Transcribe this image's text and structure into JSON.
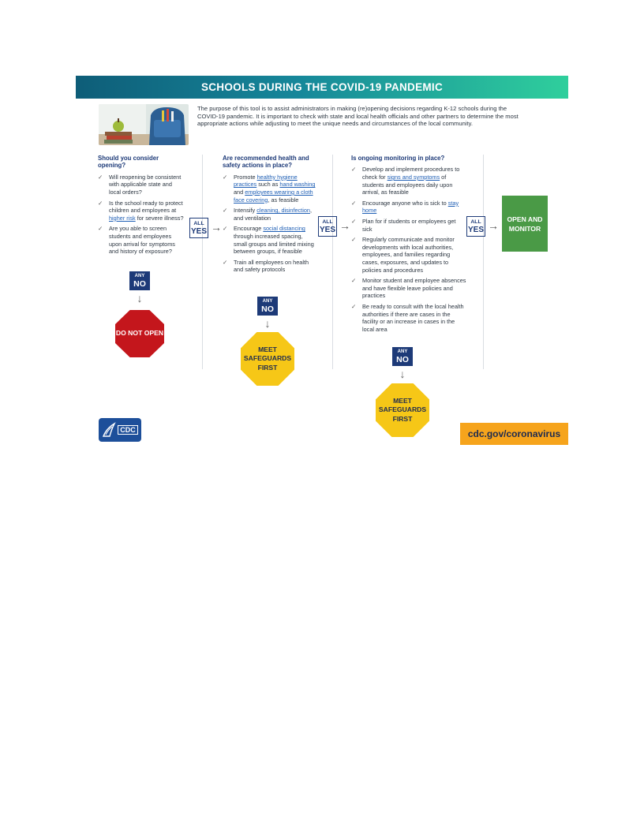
{
  "banner": {
    "title": "SCHOOLS DURING THE COVID-19 PANDEMIC"
  },
  "intro": "The purpose of this tool is to assist administrators in making (re)opening decisions regarding K-12 schools during the COVID-19 pandemic. It is important to check with state and local health officials and other partners to determine the most appropriate actions while adjusting to meet the unique needs and circumstances of the local community.",
  "column1": {
    "question": "Should you consider opening?",
    "items": [
      {
        "parts": [
          {
            "text": "Will reopening be consistent with applicable state and local orders?",
            "link": false
          }
        ]
      },
      {
        "parts": [
          {
            "text": "Is the school ready to protect children and employees at ",
            "link": false
          },
          {
            "text": "higher risk",
            "link": true
          },
          {
            "text": " for severe illness?",
            "link": false
          }
        ]
      },
      {
        "parts": [
          {
            "text": "Are you able to screen students and employees upon arrival for symptoms and history of exposure?",
            "link": false
          }
        ]
      }
    ],
    "any_label": "ANY",
    "no_label": "NO",
    "outcome": "DO NOT OPEN"
  },
  "column2": {
    "question": "Are recommended health and safety actions in place?",
    "items": [
      {
        "parts": [
          {
            "text": "Promote ",
            "link": false
          },
          {
            "text": "healthy hygiene practices",
            "link": true
          },
          {
            "text": " such as ",
            "link": false
          },
          {
            "text": "hand washing",
            "link": true
          },
          {
            "text": " and ",
            "link": false
          },
          {
            "text": "employees wearing a cloth face covering",
            "link": true
          },
          {
            "text": ", as feasible",
            "link": false
          }
        ]
      },
      {
        "parts": [
          {
            "text": "Intensify ",
            "link": false
          },
          {
            "text": "cleaning, disinfection",
            "link": true
          },
          {
            "text": ", and ventilation",
            "link": false
          }
        ]
      },
      {
        "parts": [
          {
            "text": "Encourage ",
            "link": false
          },
          {
            "text": "social distancing",
            "link": true
          },
          {
            "text": " through increased spacing, small groups and limited mixing between groups, if feasible",
            "link": false
          }
        ]
      },
      {
        "parts": [
          {
            "text": "Train all employees on health and safety protocols",
            "link": false
          }
        ]
      }
    ],
    "any_label": "ANY",
    "no_label": "NO",
    "outcome": "MEET SAFEGUARDS FIRST"
  },
  "column3": {
    "question": "Is ongoing monitoring in place?",
    "items": [
      {
        "parts": [
          {
            "text": "Develop and implement procedures to check for ",
            "link": false
          },
          {
            "text": "signs and symptoms",
            "link": true
          },
          {
            "text": " of students and employees daily upon arrival, as feasible",
            "link": false
          }
        ]
      },
      {
        "parts": [
          {
            "text": "Encourage anyone who is sick to ",
            "link": false
          },
          {
            "text": "stay home",
            "link": true
          }
        ]
      },
      {
        "parts": [
          {
            "text": "Plan for if students or employees get sick",
            "link": false
          }
        ]
      },
      {
        "parts": [
          {
            "text": "Regularly communicate and monitor developments with local authorities, employees, and families regarding cases, exposures, and updates to policies and procedures",
            "link": false
          }
        ]
      },
      {
        "parts": [
          {
            "text": "Monitor student and employee absences and have flexible leave policies and practices",
            "link": false
          }
        ]
      },
      {
        "parts": [
          {
            "text": "Be ready to consult with the local health authorities if there are cases in the facility or an increase in cases in the local area",
            "link": false
          }
        ]
      }
    ],
    "any_label": "ANY",
    "no_label": "NO",
    "outcome": "MEET SAFEGUARDS FIRST"
  },
  "all_yes": {
    "all": "ALL",
    "yes": "YES"
  },
  "final_outcome": "OPEN AND MONITOR",
  "check_glyph": "✓",
  "logo_text": "CDC",
  "url": "cdc.gov/coronavirus",
  "colors": {
    "banner_start": "#0e5d78",
    "banner_end": "#2fcf9c",
    "navy": "#1d3a78",
    "stop_red": "#c4161c",
    "safeguard_yellow": "#f6c717",
    "go_green": "#4a9a46",
    "url_orange": "#f6a41c"
  }
}
